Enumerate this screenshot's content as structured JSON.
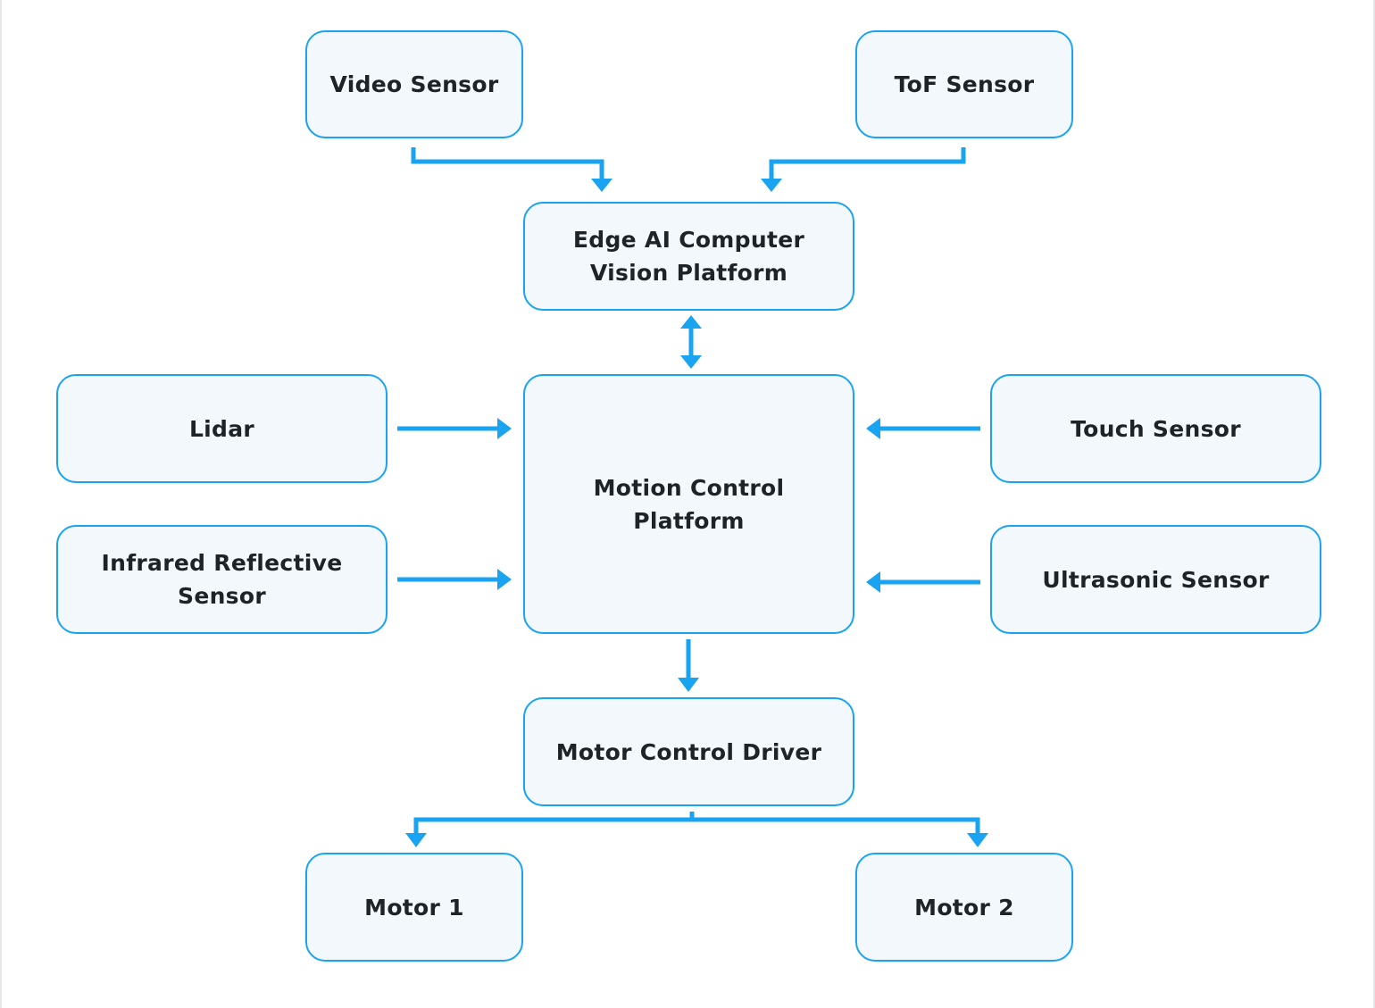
{
  "nodes": {
    "video_sensor": "Video Sensor",
    "tof_sensor": "ToF Sensor",
    "edge_ai": "Edge AI Computer\nVision Platform",
    "lidar": "Lidar",
    "infrared": "Infrared Reflective\nSensor",
    "motion_control": "Motion Control\nPlatform",
    "touch_sensor": "Touch Sensor",
    "ultrasonic_sensor": "Ultrasonic Sensor",
    "motor_driver": "Motor Control Driver",
    "motor1": "Motor 1",
    "motor2": "Motor 2"
  },
  "colors": {
    "accent": "#1aa3f0",
    "box_fill": "#f2f8fc",
    "text": "#1e2328"
  }
}
